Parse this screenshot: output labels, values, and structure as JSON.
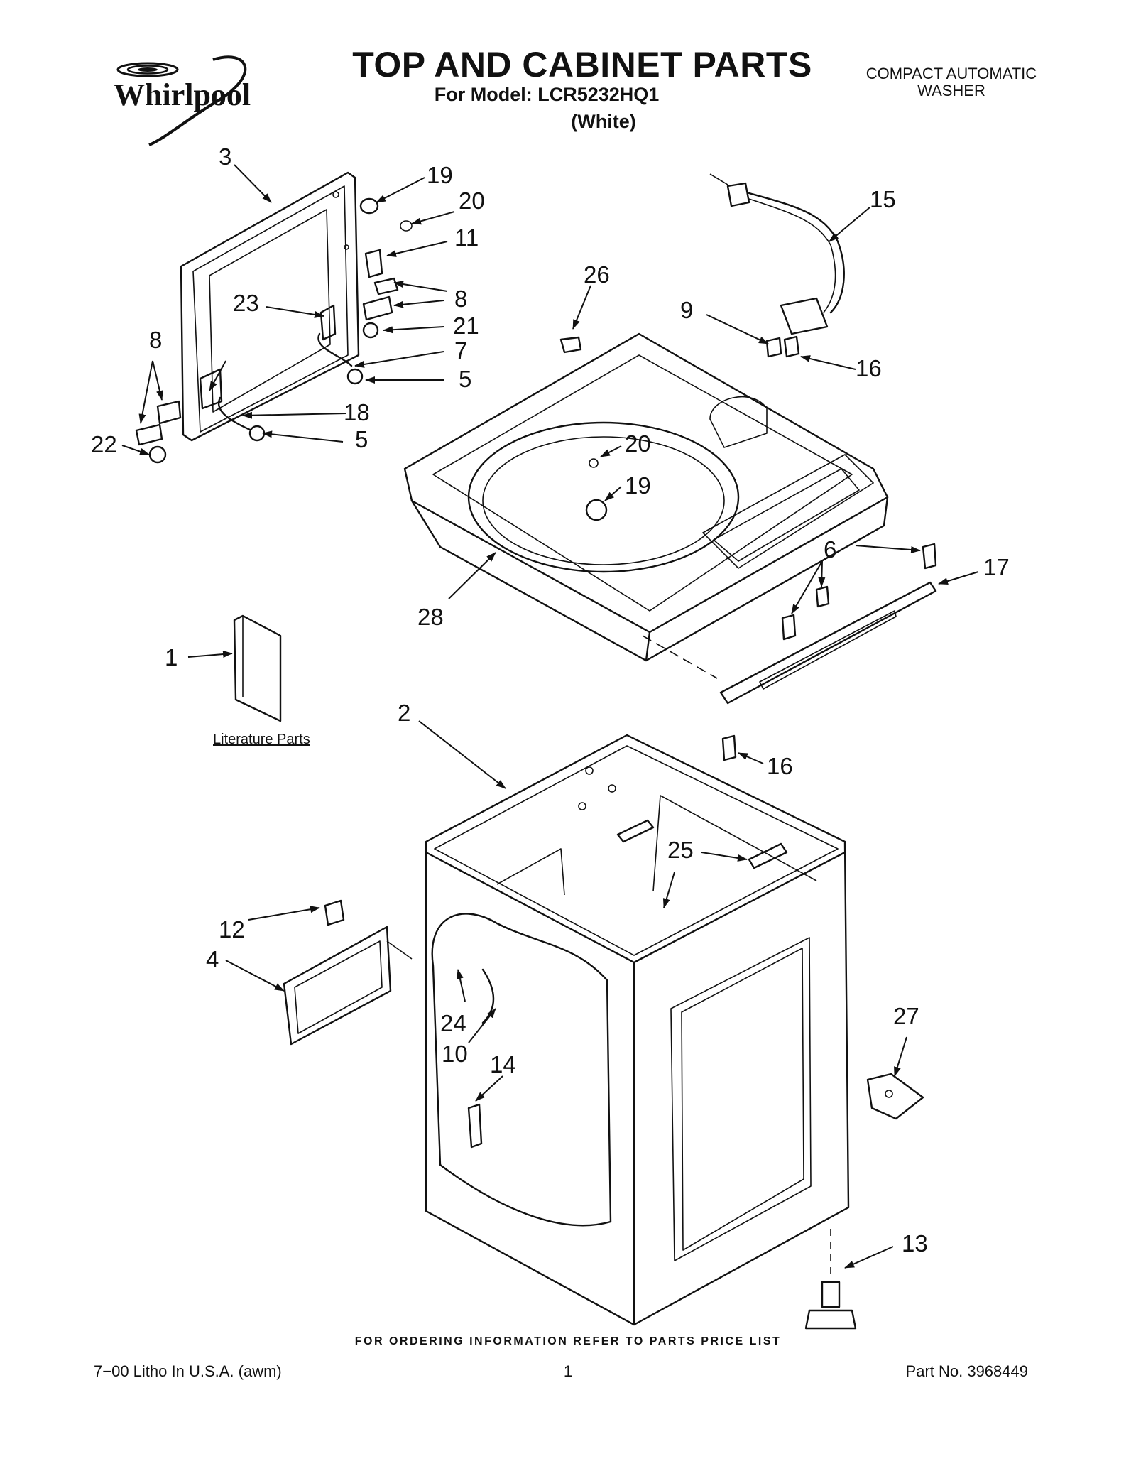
{
  "header": {
    "brand": "Whirlpool",
    "title": "TOP AND CABINET PARTS",
    "model_line": "For Model: LCR5232HQ1",
    "color_line": "(White)",
    "product_type_line1": "COMPACT AUTOMATIC",
    "product_type_line2": "WASHER"
  },
  "diagram": {
    "literature_label": "Literature Parts",
    "callouts": [
      "1",
      "2",
      "3",
      "4",
      "5",
      "5",
      "6",
      "7",
      "8",
      "8",
      "9",
      "10",
      "11",
      "12",
      "13",
      "14",
      "15",
      "16",
      "16",
      "17",
      "18",
      "19",
      "19",
      "20",
      "20",
      "21",
      "22",
      "23",
      "24",
      "25",
      "26",
      "27",
      "28"
    ]
  },
  "footer": {
    "ordering_note": "FOR ORDERING INFORMATION REFER TO PARTS PRICE LIST",
    "litho": "7−00 Litho In U.S.A. (awm)",
    "page_number": "1",
    "part_number": "Part No. 3968449"
  }
}
